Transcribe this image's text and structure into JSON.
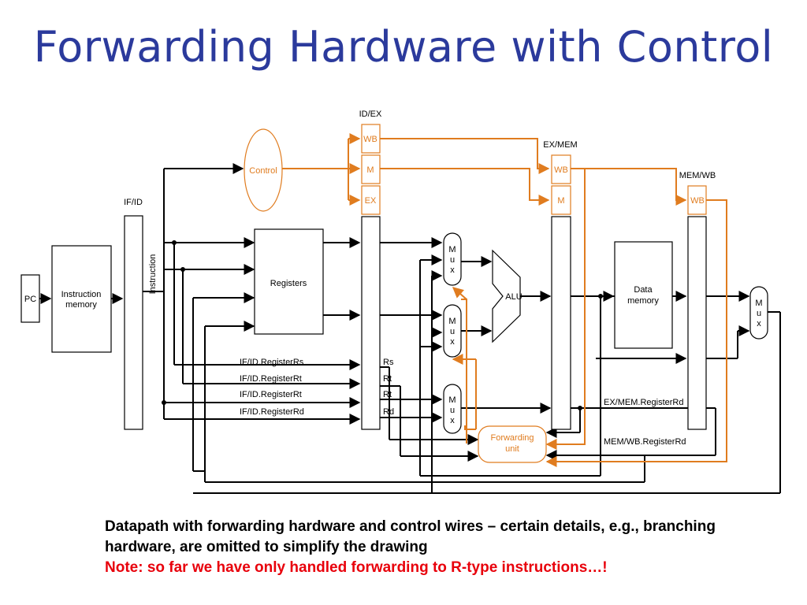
{
  "title": "Forwarding Hardware with Control",
  "labels": {
    "pc": "PC",
    "instr_mem_1": "Instruction",
    "instr_mem_2": "memory",
    "instruction": "Instruction",
    "if_id": "IF/ID",
    "id_ex": "ID/EX",
    "ex_mem": "EX/MEM",
    "mem_wb": "MEM/WB",
    "control": "Control",
    "registers": "Registers",
    "alu": "ALU",
    "data_mem_1": "Data",
    "data_mem_2": "memory",
    "fwd_1": "Forwarding",
    "fwd_2": "unit",
    "wb": "WB",
    "m": "M",
    "ex": "EX",
    "mux_m": "M",
    "mux_u": "u",
    "mux_x": "x",
    "if_id_rs": "IF/ID.RegisterRs",
    "if_id_rt1": "IF/ID.RegisterRt",
    "if_id_rt2": "IF/ID.RegisterRt",
    "if_id_rd": "IF/ID.RegisterRd",
    "rs": "Rs",
    "rt1": "Rt",
    "rt2": "Rt",
    "rd": "Rd",
    "ex_mem_rd": "EX/MEM.RegisterRd",
    "mem_wb_rd": "MEM/WB.RegisterRd"
  },
  "caption": {
    "line1": "Datapath with forwarding hardware and control wires – certain details, e.g., branching hardware, are omitted to simplify the drawing",
    "note": "Note: so far we have only handled forwarding to R-type instructions…!"
  },
  "colors": {
    "title": "#2b3a9c",
    "control": "#e07c1f",
    "note": "#e8000b"
  }
}
